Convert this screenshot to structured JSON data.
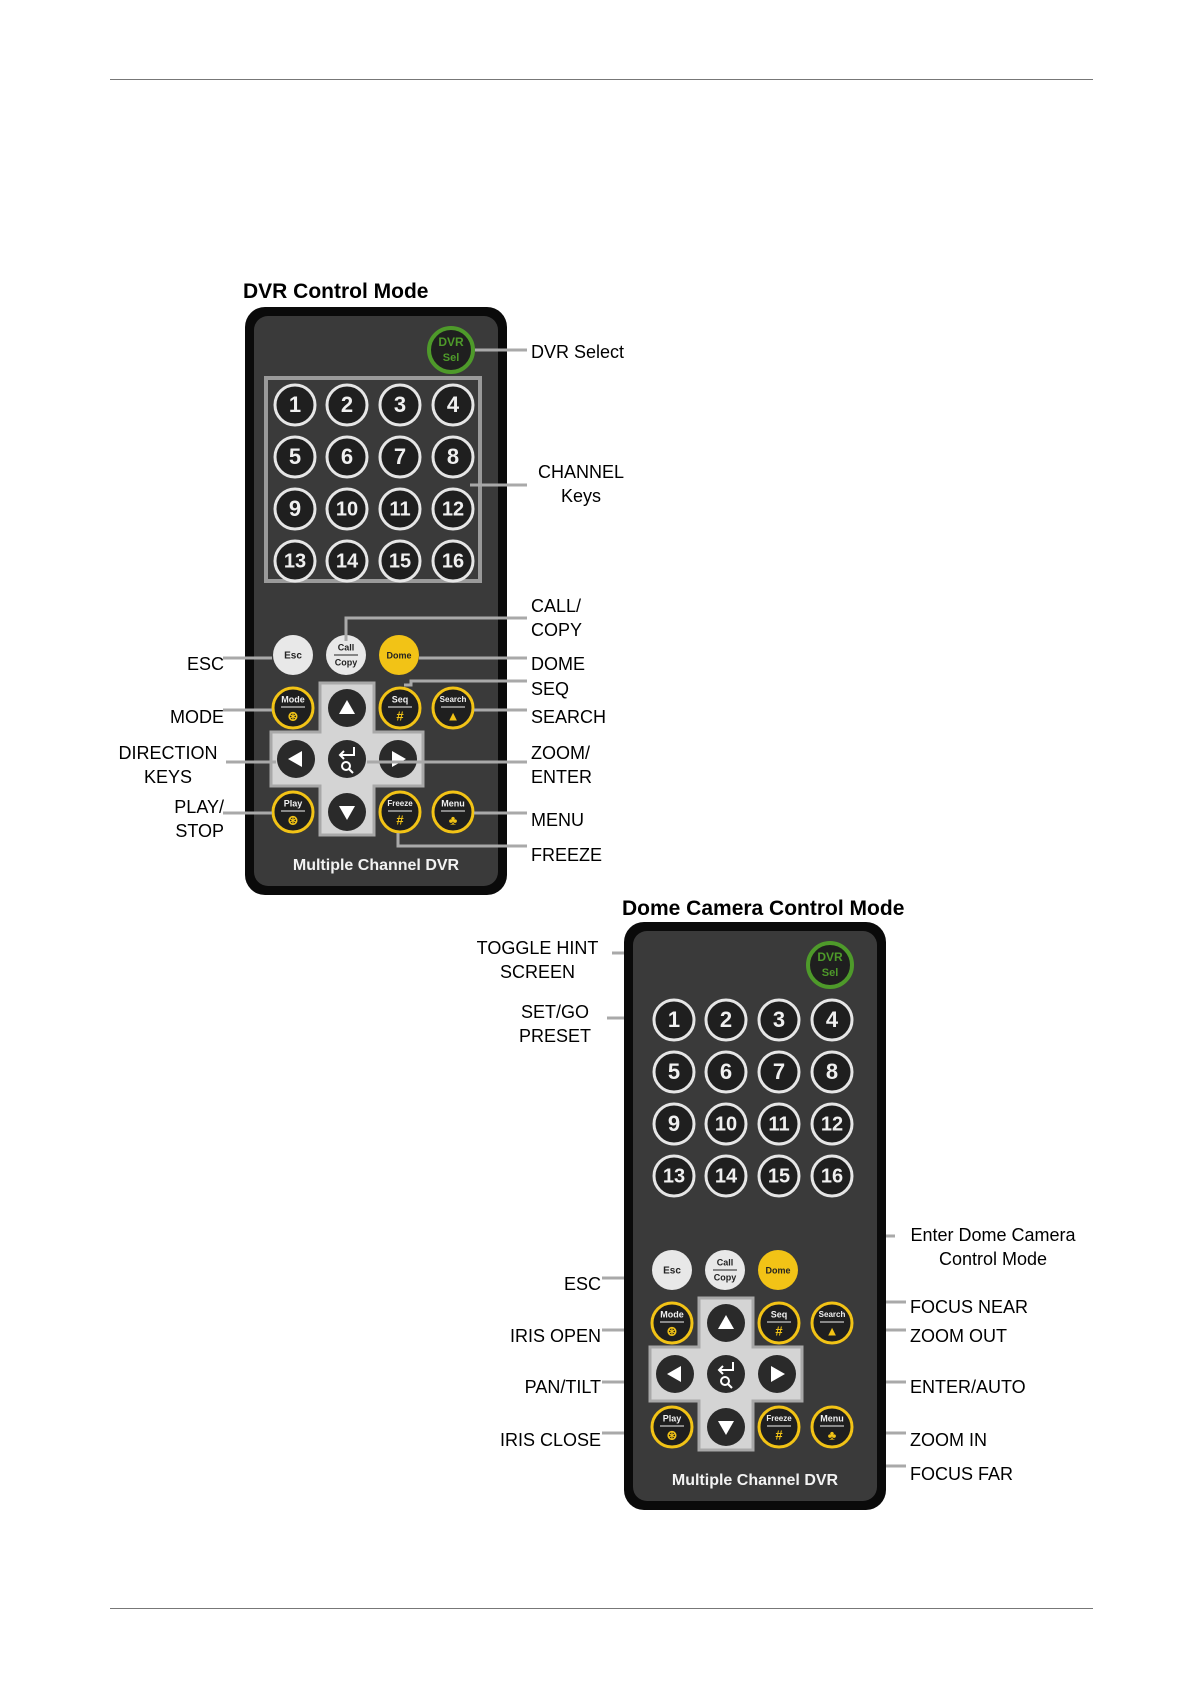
{
  "diagrams": [
    {
      "title": "DVR Control Mode",
      "remote": {
        "dvr_sel": "DVR\nSel",
        "keys": [
          "1",
          "2",
          "3",
          "4",
          "5",
          "6",
          "7",
          "8",
          "9",
          "10",
          "11",
          "12",
          "13",
          "14",
          "15",
          "16"
        ],
        "esc": "Esc",
        "call_copy": [
          "Call",
          "Copy"
        ],
        "dome": "Dome",
        "mode": "Mode",
        "seq": "Seq",
        "search": "Search",
        "play": "Play",
        "freeze": "Freeze",
        "menu": "Menu",
        "footer": "Multiple Channel DVR"
      },
      "labels": {
        "dvr_select": "DVR Select",
        "channel_keys": "CHANNEL\nKeys",
        "call_copy": "CALL/\nCOPY",
        "dome": "DOME",
        "seq": "SEQ",
        "search": "SEARCH",
        "zoom_enter": "ZOOM/\nENTER",
        "menu": "MENU",
        "freeze": "FREEZE",
        "esc": "ESC",
        "mode": "MODE",
        "direction_keys": "DIRECTION\nKEYS",
        "play_stop": "PLAY/\nSTOP"
      }
    },
    {
      "title": "Dome Camera Control Mode",
      "remote": {
        "dvr_sel": "DVR\nSel",
        "keys": [
          "1",
          "2",
          "3",
          "4",
          "5",
          "6",
          "7",
          "8",
          "9",
          "10",
          "11",
          "12",
          "13",
          "14",
          "15",
          "16"
        ],
        "esc": "Esc",
        "call_copy": [
          "Call",
          "Copy"
        ],
        "dome": "Dome",
        "mode": "Mode",
        "seq": "Seq",
        "search": "Search",
        "play": "Play",
        "freeze": "Freeze",
        "menu": "Menu",
        "footer": "Multiple Channel DVR"
      },
      "labels": {
        "toggle_hint": "TOGGLE HINT\nSCREEN",
        "set_go_preset": "SET/GO\nPRESET",
        "enter_dome": "Enter Dome Camera\nControl Mode",
        "focus_near": "FOCUS NEAR",
        "zoom_out": "ZOOM OUT",
        "enter_auto": "ENTER/AUTO",
        "zoom_in": "ZOOM IN",
        "focus_far": "FOCUS FAR",
        "esc": "ESC",
        "iris_open": "IRIS OPEN",
        "pan_tilt": "PAN/TILT",
        "iris_close": "IRIS CLOSE"
      }
    }
  ],
  "colors": {
    "remote_outer": "#0a0a0a",
    "remote_body": "#3a3a3a",
    "key_ring": "#e6e6e6",
    "yellow": "#f2c316",
    "green": "#4e9a2a",
    "leader": "#a9a9a9"
  }
}
